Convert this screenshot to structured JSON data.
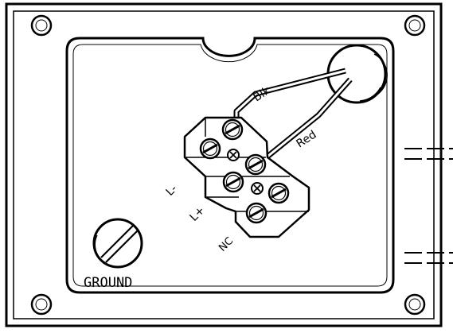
{
  "labels": {
    "blk": "Blk",
    "red": "Red",
    "l_minus": "L-",
    "l_plus": "L+",
    "nc": "NC",
    "ground": "GROUND"
  }
}
